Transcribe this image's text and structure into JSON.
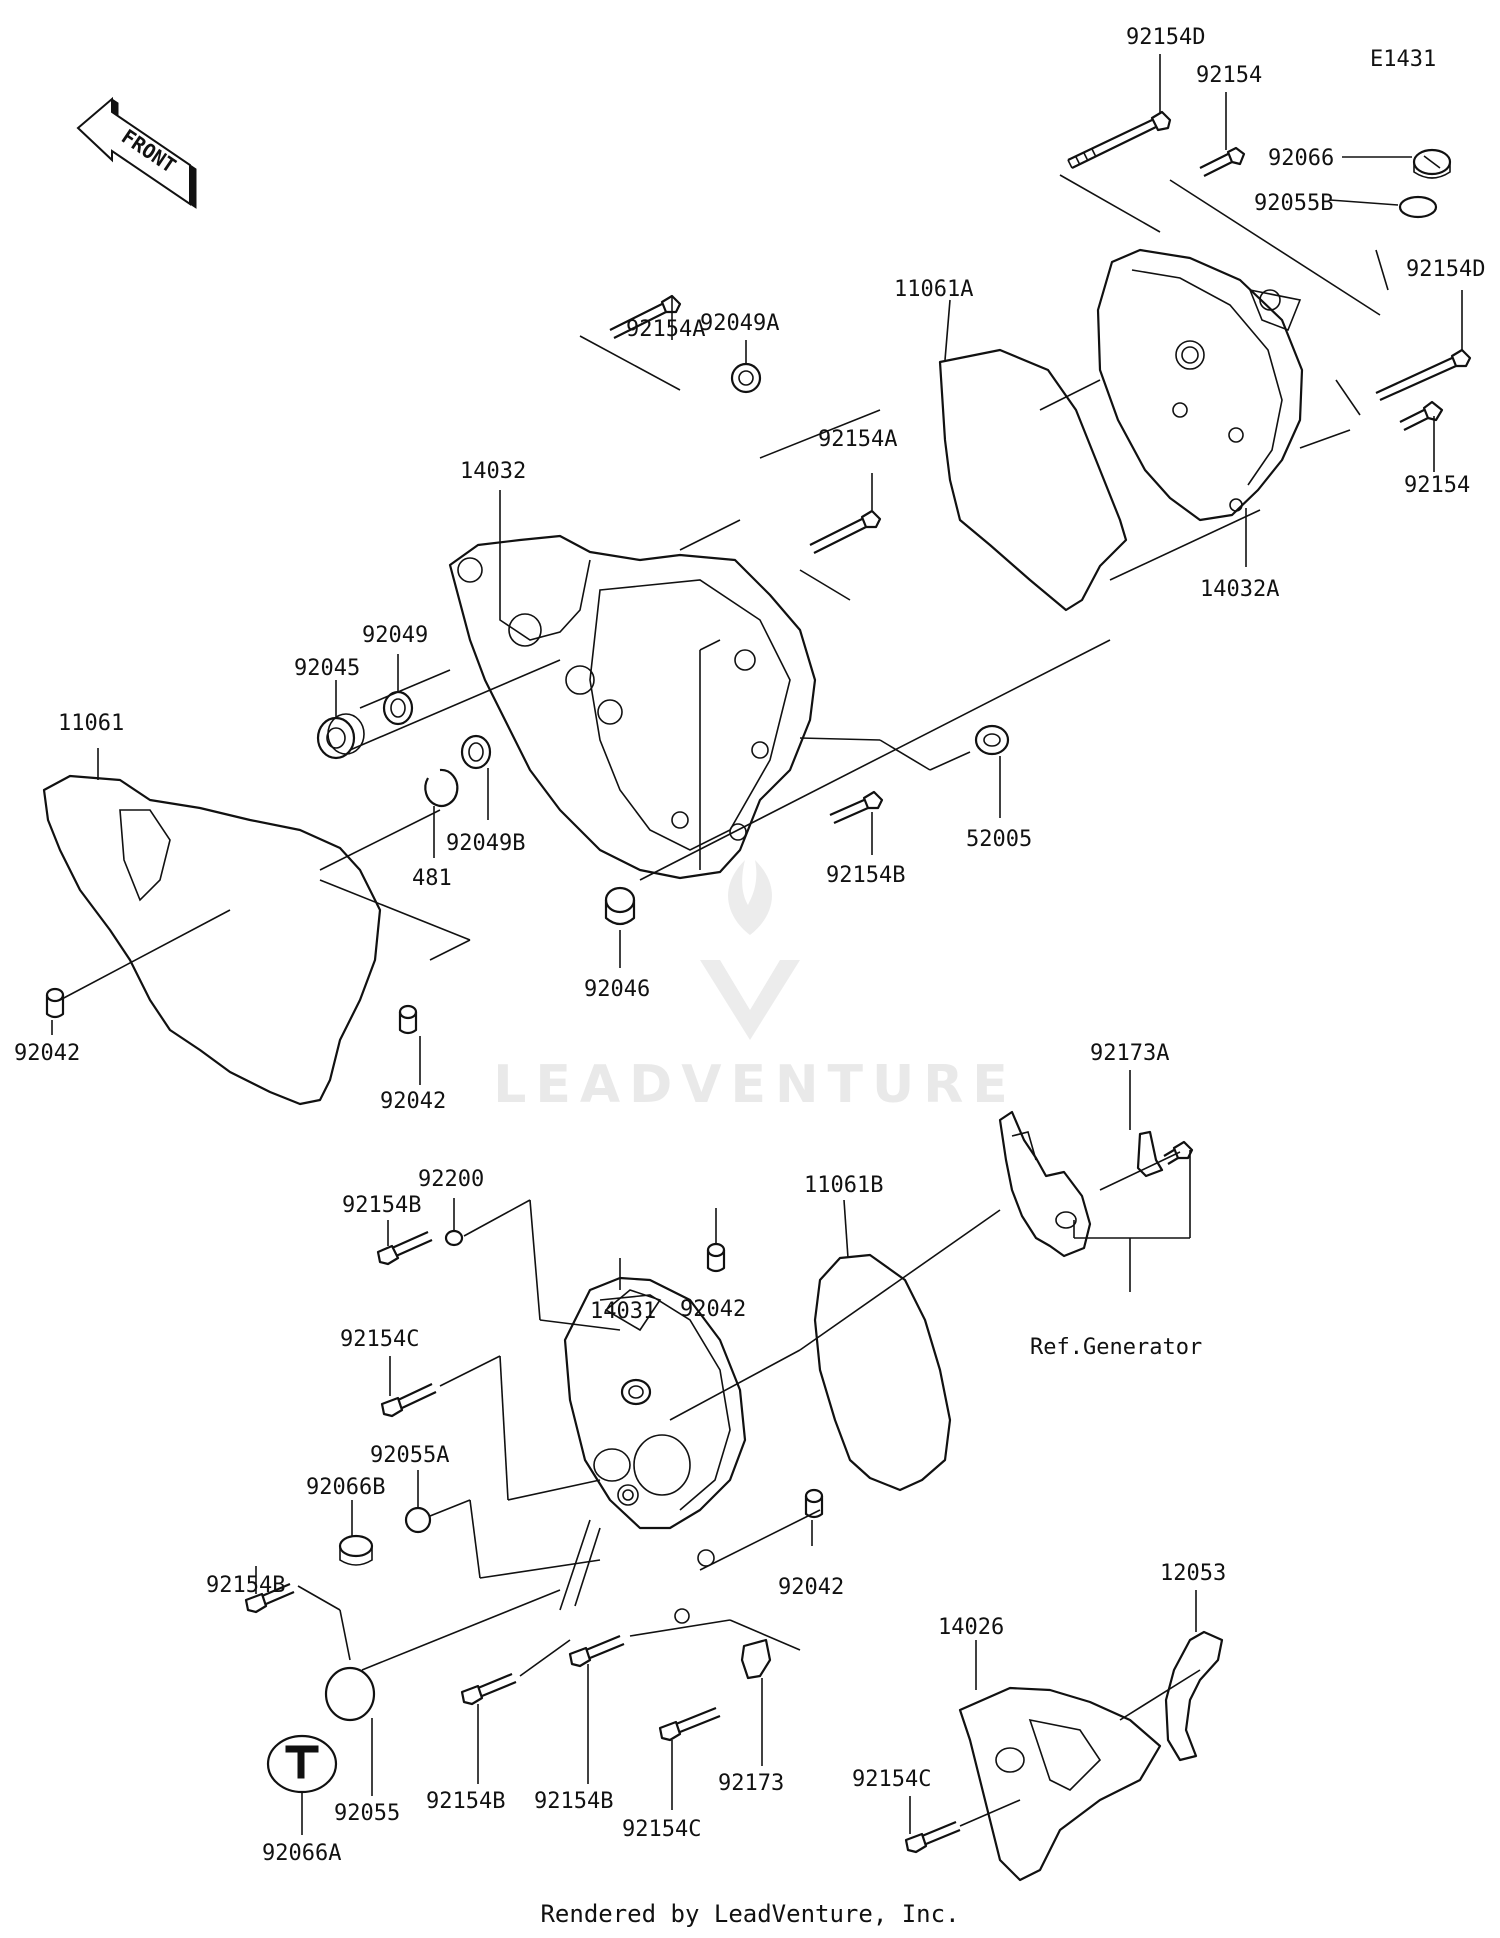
{
  "diagram_code": "E1431",
  "front_arrow_label": "FRONT",
  "footer": "Rendered by LeadVenture, Inc.",
  "watermark": "LEADVENTURE",
  "ref_note": "Ref.Generator",
  "labels": {
    "p92154D_top": "92154D",
    "p92154_top": "92154",
    "p92066": "92066",
    "p92055B": "92055B",
    "p92154D_right": "92154D",
    "p92154_right": "92154",
    "p14032A": "14032A",
    "p11061A": "11061A",
    "p92154A_a": "92154A",
    "p92049A": "92049A",
    "p92154A_b": "92154A",
    "p14032": "14032",
    "p92049": "92049",
    "p92045": "92045",
    "p11061": "11061",
    "p481": "481",
    "p92049B": "92049B",
    "p52005": "52005",
    "p92154B_mid": "92154B",
    "p92046": "92046",
    "p92042_left": "92042",
    "p92042_mid": "92042",
    "p92173A": "92173A",
    "p92200": "92200",
    "p92154B_a": "92154B",
    "p11061B": "11061B",
    "p92042_c": "92042",
    "p14031": "14031",
    "p92154C_a": "92154C",
    "p92055A": "92055A",
    "p92066B": "92066B",
    "p92042_d": "92042",
    "p92154B_b": "92154B",
    "p12053": "12053",
    "p14026": "14026",
    "p92154C_b": "92154C",
    "p92055": "92055",
    "p92154B_c": "92154B",
    "p92154B_d": "92154B",
    "p92173": "92173",
    "p92066A": "92066A",
    "p92154C_c": "92154C"
  }
}
